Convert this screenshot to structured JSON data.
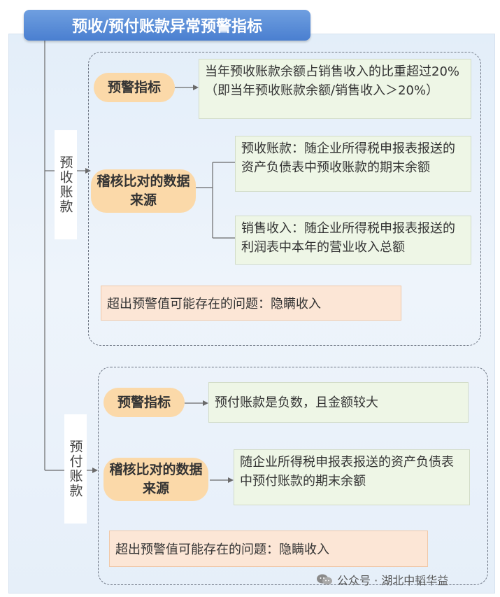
{
  "title": "预收/预付账款异常预警指标",
  "groups": [
    {
      "label": "预收账款",
      "indicator_label": "预警指标",
      "indicator_text": "当年预收账款余额占销售收入的比重超过20%（即当年预收账款余额/销售收入＞20%）",
      "source_label": "稽核比对的数据来源",
      "sources": [
        "预收账款：随企业所得税申报表报送的资产负债表中预收账款的期末余额",
        "销售收入：随企业所得税申报表报送的利润表中本年的营业收入总额"
      ],
      "risk_text": "超出预警值可能存在的问题：隐瞒收入"
    },
    {
      "label": "预付账款",
      "indicator_label": "预警指标",
      "indicator_text": "预付账款是负数，且金额较大",
      "source_label": "稽核比对的数据来源",
      "sources": [
        "随企业所得税申报表报送的资产负债表中预付账款的期末余额"
      ],
      "risk_text": "超出预警值可能存在的问题：隐瞒收入"
    }
  ],
  "watermark": "公众号 · 湖北中韬华益",
  "colors": {
    "title_bg": "#4a7fd0",
    "pill": "#fbd9a9",
    "text_box": "#eef6e6",
    "risk_box": "#fce6d6",
    "panel": "#e8f0fa"
  }
}
